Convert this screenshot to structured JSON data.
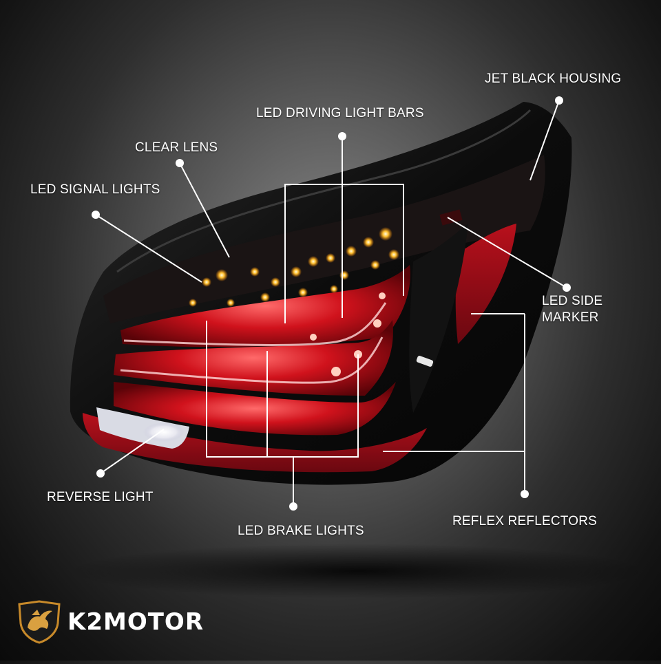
{
  "callouts": {
    "jet_black_housing": "JET BLACK HOUSING",
    "led_driving_light_bars": "LED DRIVING LIGHT BARS",
    "clear_lens": "CLEAR LENS",
    "led_signal_lights": "LED SIGNAL LIGHTS",
    "led_side_marker_line1": "LED SIDE",
    "led_side_marker_line2": "MARKER",
    "reverse_light": "REVERSE LIGHT",
    "led_brake_lights": "LED BRAKE LIGHTS",
    "reflex_reflectors": "REFLEX REFLECTORS"
  },
  "brand": {
    "name": "K2MOTOR",
    "logo_icon": "pegasus-shield-icon"
  },
  "colors": {
    "background": "#4a4a4a",
    "lamp_red": "#c8101a",
    "amber_led": "#ffb020",
    "housing": "#0d0d0d",
    "callout_line": "#ffffff"
  }
}
